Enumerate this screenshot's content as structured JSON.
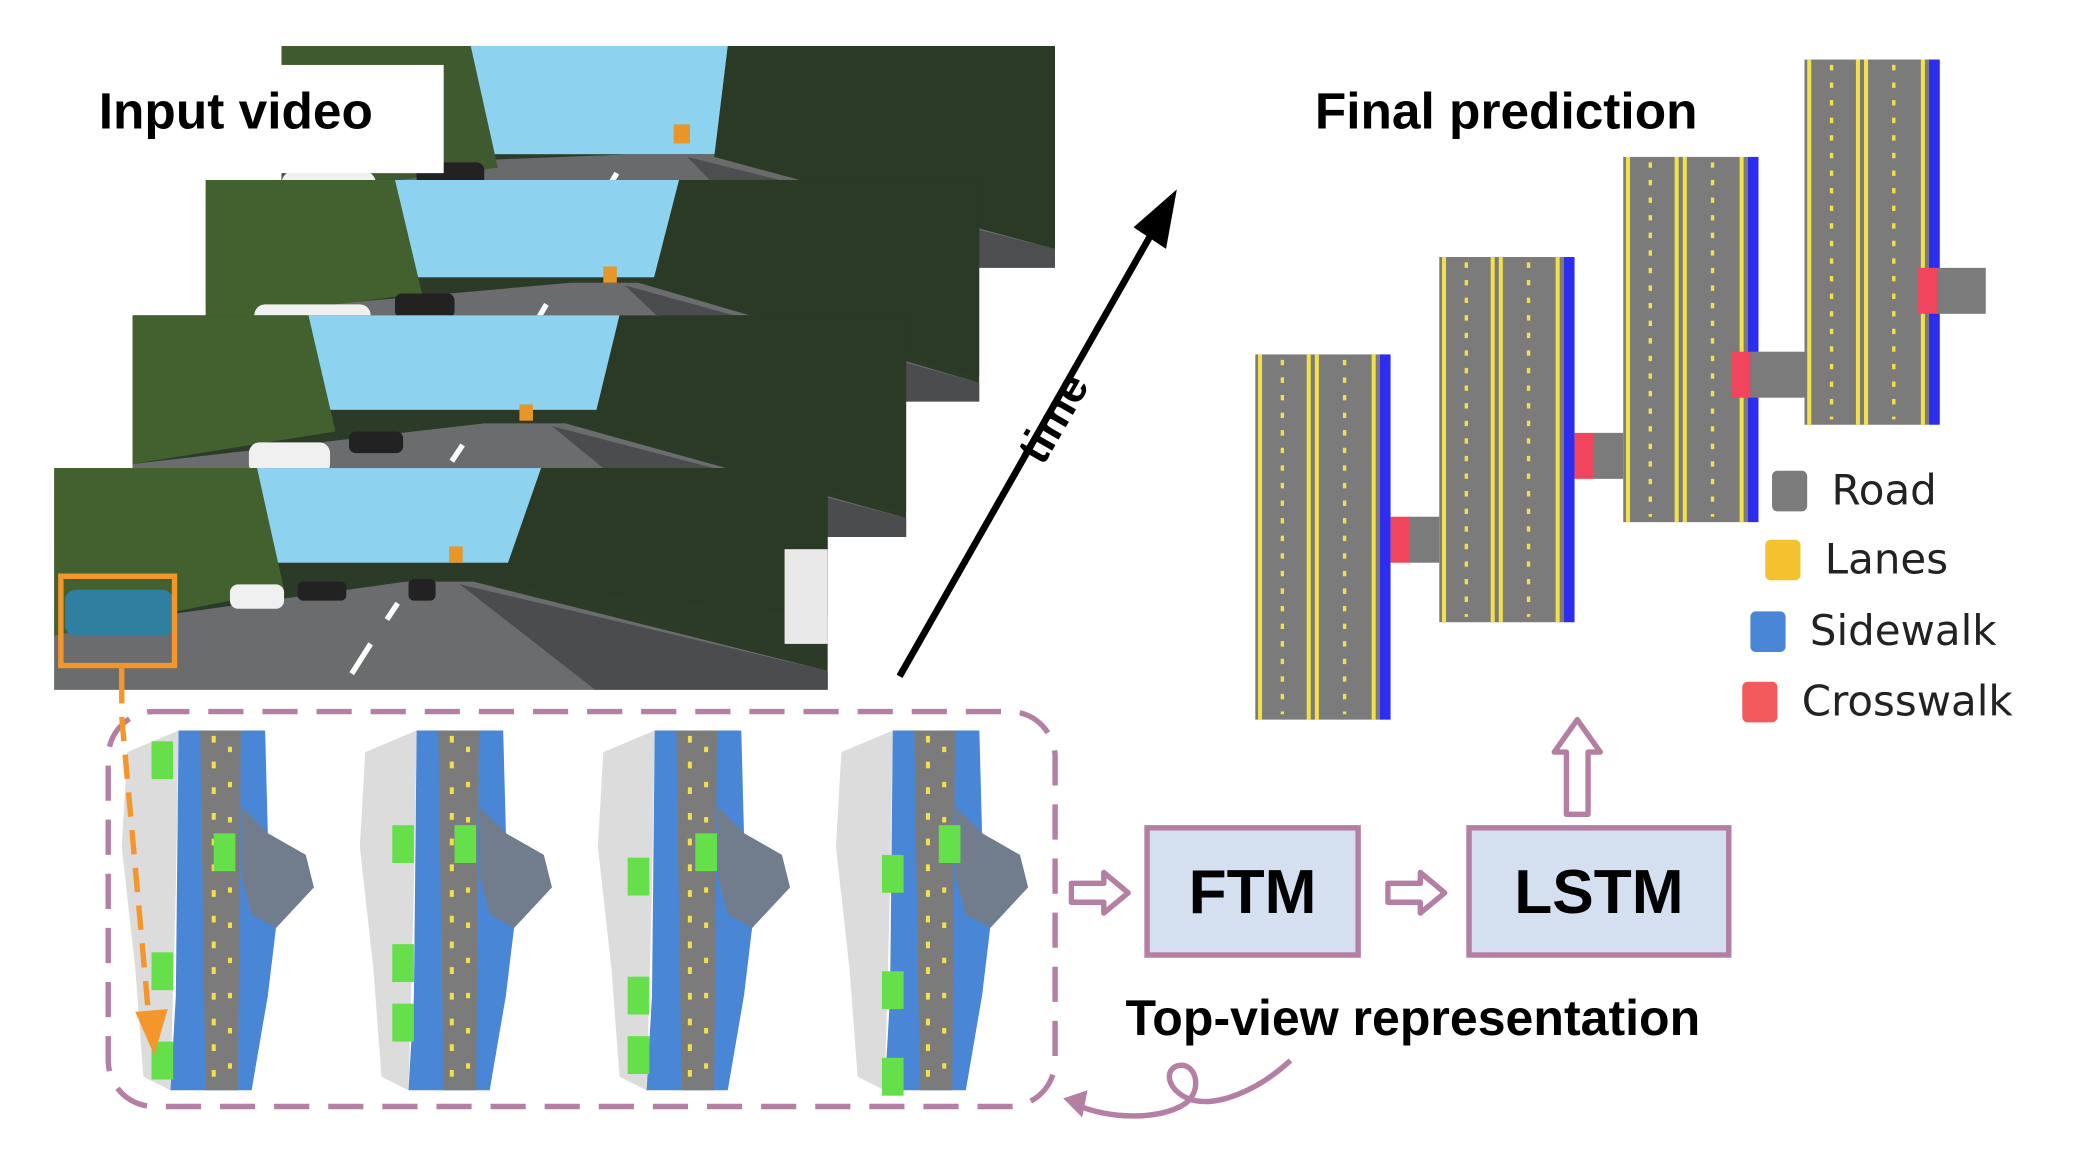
{
  "titles": {
    "input_video": "Input video",
    "final_prediction": "Final prediction",
    "time": "time",
    "top_view": "Top-view representation"
  },
  "modules": {
    "ftm": "FTM",
    "lstm": "LSTM"
  },
  "legend": [
    {
      "label": "Road",
      "color": "#7b7b7b"
    },
    {
      "label": "Lanes",
      "color": "#f5c22f"
    },
    {
      "label": "Sidewalk",
      "color": "#4a86d6"
    },
    {
      "label": "Crosswalk",
      "color": "#f25a5e"
    }
  ],
  "colors": {
    "road": "#7b7b7b",
    "lane": "#f2e04a",
    "sidewalk": "#2d2df0",
    "crosswalk": "#f0455c",
    "topview_sidewalk": "#4a86d6",
    "topview_car": "#66e04a",
    "border": "#b47fa3",
    "highlight": "#f5962c"
  }
}
